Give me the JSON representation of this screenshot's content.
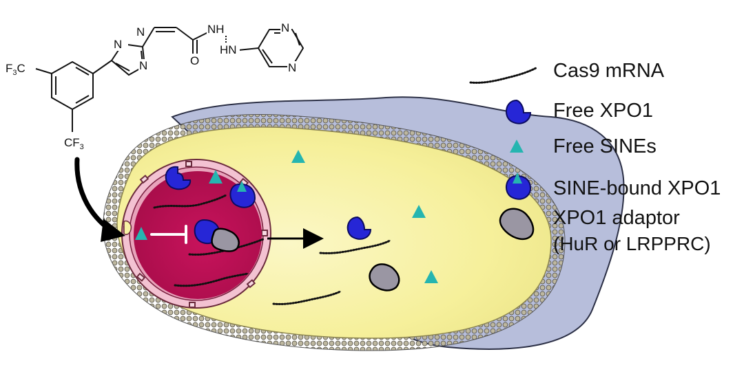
{
  "molecule": {
    "atoms": {
      "n1": "N",
      "n2": "N",
      "n3": "N",
      "nh": "NH",
      "hn": "HN",
      "o": "O",
      "pyr_n1": "N",
      "pyr_n2": "N",
      "cf3_top": {
        "main": "F",
        "sub": "3",
        "tail": "C"
      },
      "cf3_bottom": {
        "main": "CF",
        "sub": "3"
      }
    }
  },
  "legend": {
    "items": [
      {
        "label": "Cas9 mRNA",
        "icon": "mrna-strand-icon"
      },
      {
        "label": "Free XPO1",
        "icon": "xpo1-icon"
      },
      {
        "label": "Free SINEs",
        "icon": "sine-triangle-icon"
      },
      {
        "label": "SINE-bound XPO1",
        "icon": "sine-bound-xpo1-icon"
      },
      {
        "label": "XPO1 adaptor",
        "label2": "(HuR or LRPPRC)",
        "icon": "adaptor-blob-icon"
      }
    ]
  },
  "colors": {
    "cytoplasm": "#f7f2a3",
    "membrane": "#c8c3b4",
    "ecm": "#b7bedb",
    "nucleus": "#c4145a",
    "nuclear_envelope": "#f0b6c8",
    "xpo1": "#2626d6",
    "sine": "#25b5b0",
    "adaptor": "#9a96a3"
  }
}
